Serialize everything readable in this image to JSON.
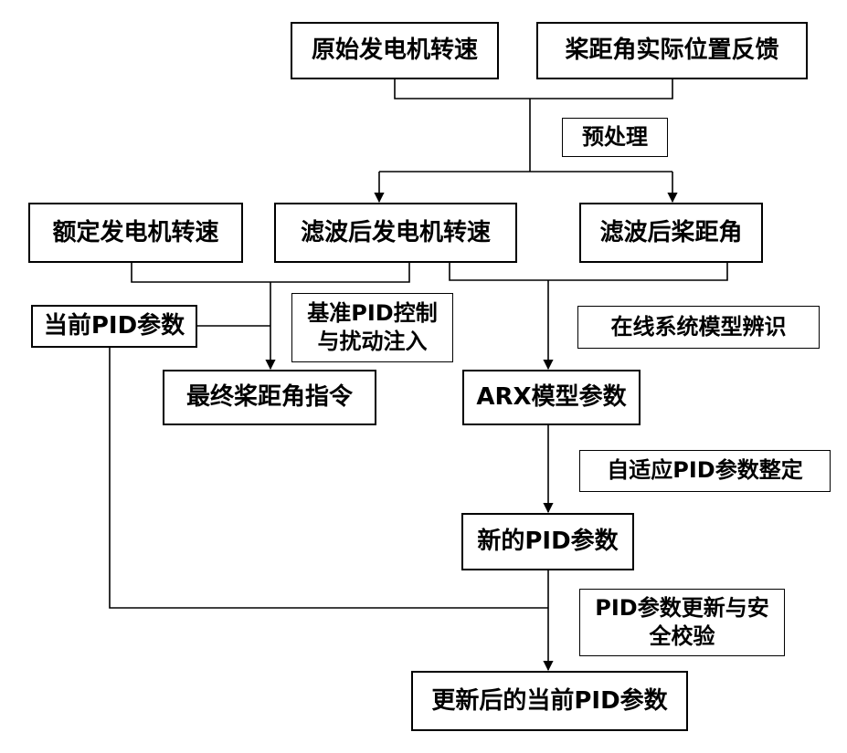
{
  "nodes": {
    "raw_generator_speed": "原始发电机转速",
    "pitch_position_feedback": "桨距角实际位置反馈",
    "rated_generator_speed": "额定发电机转速",
    "filtered_generator_speed": "滤波后发电机转速",
    "filtered_pitch_angle": "滤波后桨距角",
    "current_pid_params": "当前PID参数",
    "final_pitch_command": "最终桨距角指令",
    "arx_model_params": "ARX模型参数",
    "new_pid_params": "新的PID参数",
    "updated_current_pid_params": "更新后的当前PID参数"
  },
  "labels": {
    "preprocessing": "预处理",
    "baseline_pid_line1": "基准PID控制",
    "baseline_pid_line2": "与扰动注入",
    "online_identification": "在线系统模型辨识",
    "adaptive_tuning": "自适应PID参数整定",
    "update_check_line1": "PID参数更新与安",
    "update_check_line2": "全校验"
  }
}
